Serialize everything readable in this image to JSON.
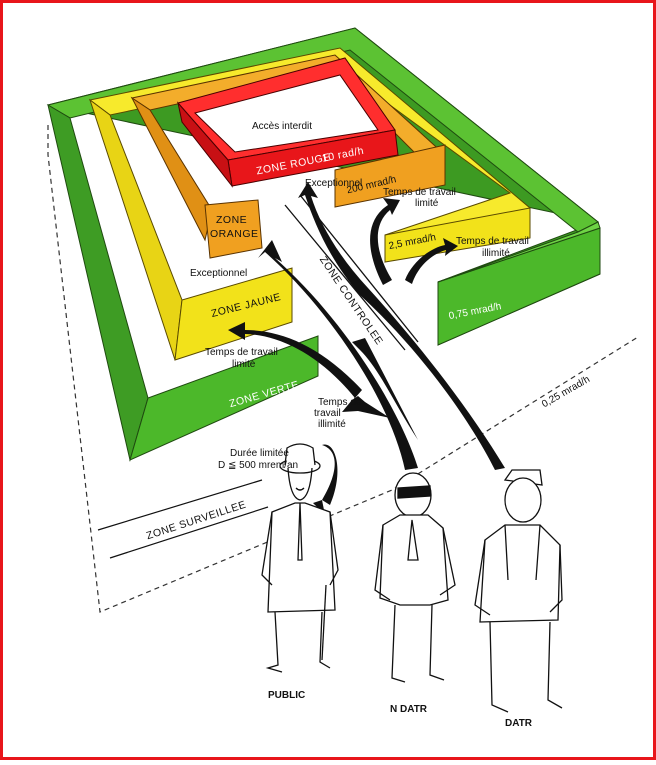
{
  "labels": {
    "acces_interdit": "Accès interdit",
    "zone_rouge": "ZONE ROUGE",
    "rouge_rate": "10 rad/h",
    "exceptionnel_1": "Exceptionnel",
    "rate_200": "200 mrad/h",
    "temps_limite_line1": "Temps de travail",
    "temps_limite_line2": "limité",
    "rate_2_5": "2,5 mrad/h",
    "temps_illimite_line1": "Temps de travail",
    "temps_illimite_line2": "illimité",
    "zone_orange_line1": "ZONE",
    "zone_orange_line2": "ORANGE",
    "exceptionnel_2": "Exceptionnel",
    "zone_jaune": "ZONE JAUNE",
    "zone_controlee": "ZONE CONTROLEE",
    "rate_0_75": "0,75 mrad/h",
    "temps_limite_2_line1": "Temps de travail",
    "temps_limite_2_line2": "limité",
    "zone_verte": "ZONE VERTE",
    "temps_illimite_2_line1": "Temps de",
    "temps_illimite_2_line2": "travail",
    "temps_illimite_2_line3": "illimité",
    "rate_0_25": "0,25 mrad/h",
    "duree_line1": "Durée limitée",
    "duree_line2": "D ≦ 500 mrem/an",
    "zone_surveillee": "ZONE SURVEILLEE",
    "public": "PUBLIC",
    "n_datr": "N DATR",
    "datr": "DATR"
  },
  "colors": {
    "border": "#e8151b",
    "green": "#4cb82a",
    "yellow": "#f2e21a",
    "orange": "#f0a020",
    "red": "#e8161a",
    "arrow": "#111111"
  }
}
